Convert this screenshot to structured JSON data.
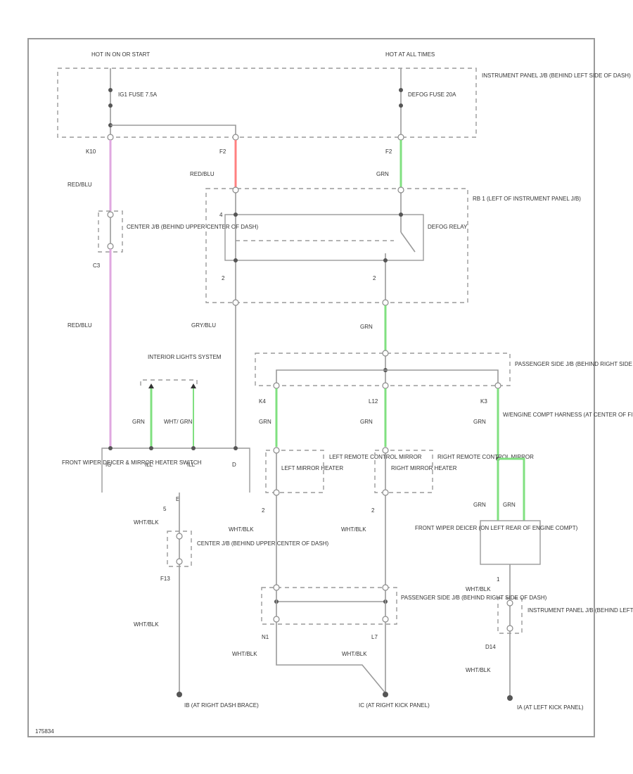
{
  "colors": {
    "border": "#9a9a9a",
    "wire": "#9a9a9a",
    "wire_red_blu": "#e0a8e0",
    "wire_red": "#ff8080",
    "wire_grn": "#80e080"
  },
  "labels": {
    "hot_run_start": "HOT IN ON OR START",
    "hot_all_times": "HOT AT ALL TIMES",
    "instr_jb": "INSTRUMENT PANEL J/B (BEHIND LEFT SIDE OF DASH)",
    "fuse1": "IG1 FUSE 7.5A",
    "fuse2": "DEFOG FUSE 20A",
    "conn_k10": "K10",
    "conn_f2a": "F2",
    "conn_f2b": "F2",
    "wire_redblu_1": "RED/BLU",
    "wire_redblu_2": "RED/BLU",
    "wire_grn_top": "GRN",
    "rb1_box": "RB 1 (LEFT OF INSTRUMENT PANEL J/B)",
    "defogger_relay": "DEFOG RELAY",
    "pin_4": "4",
    "pin_2a": "2",
    "pin_2b": "2",
    "center_jb_top": "CENTER J/B (BEHIND UPPER CENTER OF DASH)",
    "c3": "C3",
    "wire_redblu_3": "RED/BLU",
    "wire_grybl": "GRY/BLU",
    "wire_grn_mid": "GRN",
    "interior_lights": "INTERIOR LIGHTS SYSTEM",
    "passenger_jb_top": "PASSENGER SIDE J/B (BEHIND RIGHT SIDE OF DASH)",
    "conn_k4": "K4",
    "conn_l12": "L12",
    "conn_k3": "K3",
    "wire_grn_a": "GRN",
    "wire_wht": "WHT/ GRN",
    "wire_grn_b": "GRN",
    "wire_grn_c": "GRN",
    "wire_grn_d": "GRN",
    "engine_harness": "W/ENGINE COMPT HARNESS (AT CENTER OF FIREWALL)",
    "switch_name": "FRONT WIPER DEICER & MIRROR HEATER SWITCH",
    "sw_pin_ig": "IG",
    "sw_pin_ill1": "ILL",
    "sw_pin_ill2": "ILL",
    "sw_pin_d": "D",
    "left_mirror_heater": "LEFT MIRROR HEATER",
    "left_remote": "LEFT REMOTE CONTROL MIRROR",
    "right_mirror_heater": "RIGHT MIRROR HEATER",
    "right_remote": "RIGHT REMOTE CONTROL MIRROR",
    "front_deicer": "FRONT WIPER DEICER (ON LEFT REAR OF ENGINE COMPT)",
    "wire_grn_e": "GRN",
    "wire_grn_f": "GRN",
    "e_sw": "E",
    "pin_5": "5",
    "whtblk_1": "WHT/BLK",
    "center_jb_bottom": "CENTER J/B (BEHIND UPPER CENTER OF DASH)",
    "f13": "F13",
    "whtblk_2": "WHT/BLK",
    "pin_2c": "2",
    "pin_2d": "2",
    "whtblk_3": "WHT/BLK",
    "whtblk_4": "WHT/BLK",
    "passenger_jb_bottom": "PASSENGER SIDE J/B (BEHIND RIGHT SIDE OF DASH)",
    "conn_n1": "N1",
    "conn_l7": "L7",
    "whtblk_5": "WHT/BLK",
    "whtblk_6": "WHT/BLK",
    "pin_1": "1",
    "whtblk_7": "WHT/BLK",
    "instr_jb_bottom": "INSTRUMENT PANEL J/B (BEHIND LEFT SIDE OF DASH)",
    "d14": "D14",
    "whtblk_8": "WHT/BLK",
    "ground_ib": "IB (AT RIGHT DASH BRACE)",
    "ground_ic": "IC (AT RIGHT KICK PANEL)",
    "ground_ia": "IA (AT LEFT KICK PANEL)",
    "footer_id": "175834"
  }
}
